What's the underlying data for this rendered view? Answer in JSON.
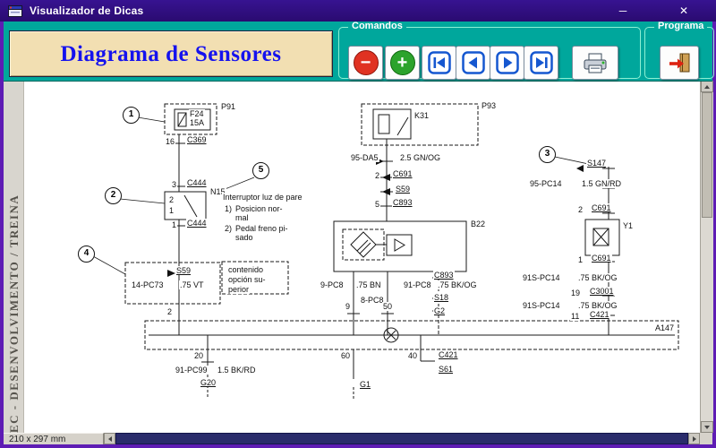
{
  "window": {
    "title": "Visualizador de Dicas",
    "minimize_glyph": "─",
    "close_glyph": "✕"
  },
  "toolbar": {
    "title": "Diagrama de Sensores",
    "comandos_label": "Comandos",
    "programa_label": "Programa",
    "glyphs": {
      "remove": "−",
      "add": "+"
    },
    "icons": {
      "remove": "minus-circle",
      "add": "plus-circle",
      "first": "skip-to-first",
      "prev": "arrow-left",
      "next": "arrow-right",
      "last": "skip-to-last",
      "print": "printer",
      "exit": "exit-door"
    }
  },
  "page": {
    "side_text": "EC - DESENVOLVIMENTO / TREINA",
    "size_label": "210 x 297 mm"
  },
  "diagram": {
    "callouts": [
      "1",
      "2",
      "3",
      "4",
      "5"
    ],
    "labels": {
      "p91": "P91",
      "f24": "F24",
      "f24_rating": "15A",
      "pin16": "16",
      "c369": "C369",
      "pin3": "3",
      "c444_top": "C444",
      "n15": "N15",
      "n15_pin2": "2",
      "n15_pin1": "1",
      "pin1": "1",
      "c444_bot": "C444",
      "note_title": "Interruptor luz de pare",
      "note_1n": "1)",
      "note_1a": "Posicion nor-",
      "note_1b": "mal",
      "note_2n": "2)",
      "note_2a": "Pedal freno pi-",
      "note_2b": "sado",
      "s59_left": "S59",
      "w14pc73": "14-PC73",
      "w75vt": ".75 VT",
      "pin2_bot": "2",
      "k31": "K31",
      "p93": "P93",
      "w95da5": "95-DA5",
      "w25gnog": "2.5 GN/OG",
      "pin2_mid": "2",
      "c691_mid": "C691",
      "s59_mid": "S59",
      "pin5": "5",
      "c893_top": "C893",
      "b22": "B22",
      "w9pc8": "9-PC8",
      "w75bn": ".75 BN",
      "pin9": "9",
      "w8pc8": "8-PC8",
      "pin50": "50",
      "c893_bot": "C893",
      "w91pc8": "91-PC8",
      "w75bkog_a": ".75 BK/OG",
      "s18": "S18",
      "g2": "G2",
      "s147": "S147",
      "w95pc14": "95-PC14",
      "w15gnrd": "1.5 GN/RD",
      "pin2_r": "2",
      "c691_r1": "C691",
      "y1": "Y1",
      "pin1_r": "1",
      "c691_r2": "C691",
      "w91spc14_a": "91S-PC14",
      "w75bkog_b": ".75 BK/OG",
      "pin19": "19",
      "c3001": "C3001",
      "w91spc14_b": "91S-PC14",
      "w75bkog_c": ".75 BK/OG",
      "pin11": "11",
      "c421_r": "C421",
      "a147": "A147",
      "cont1": "contenido",
      "cont2": "opción su-",
      "cont3": "perior",
      "pin20": "20",
      "w91pc99": "91-PC99",
      "w15bkrd": "1.5 BK/RD",
      "g20": "G20",
      "pin60": "60",
      "g1": "G1",
      "pin40": "40",
      "c421_b": "C421",
      "s61": "S61"
    }
  }
}
